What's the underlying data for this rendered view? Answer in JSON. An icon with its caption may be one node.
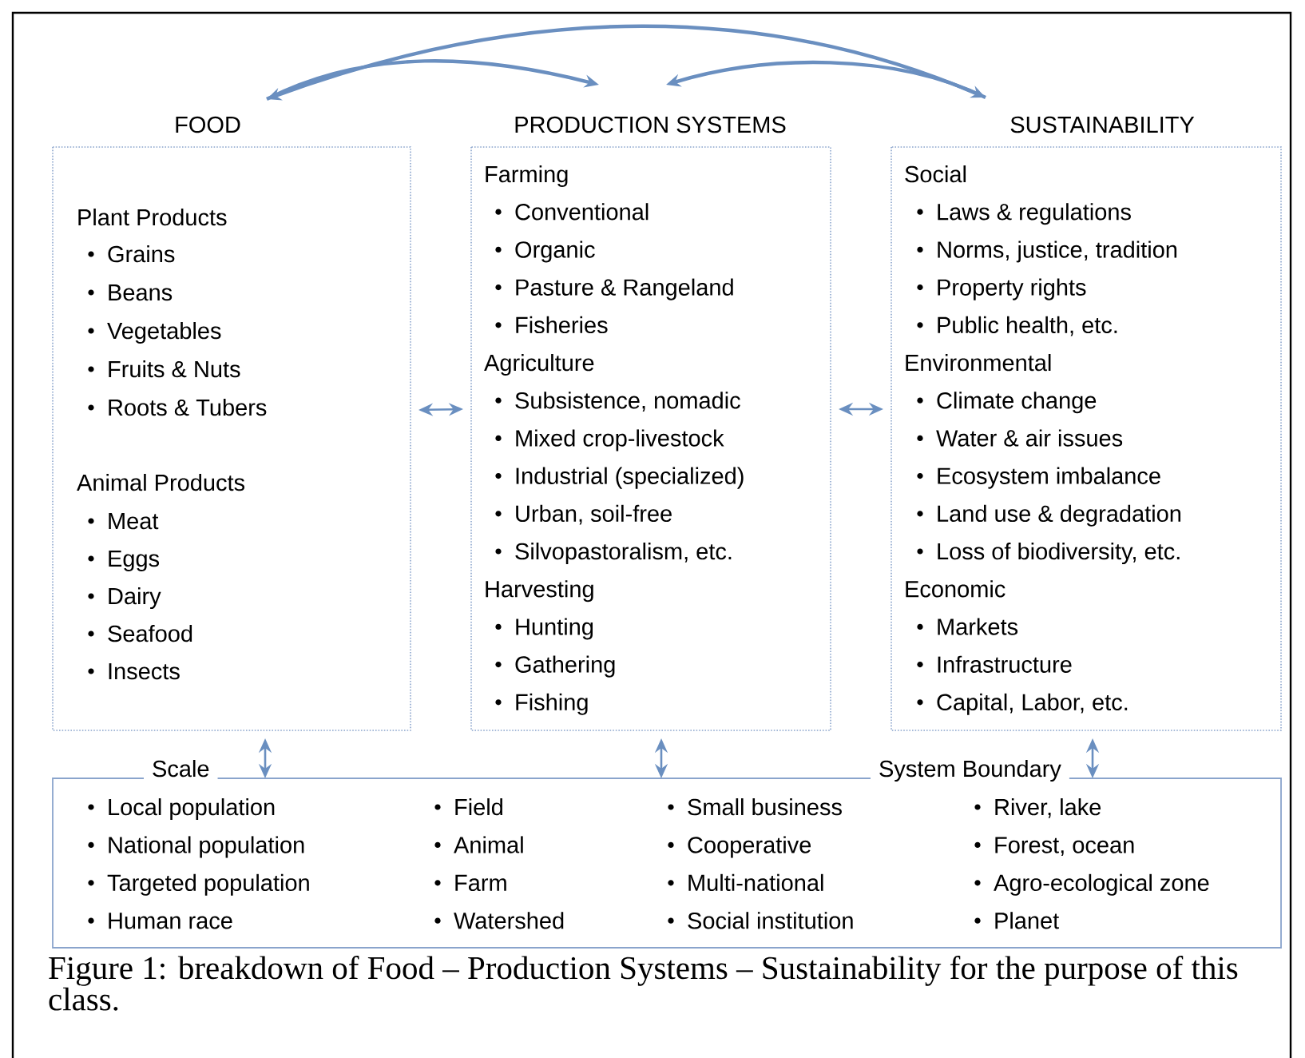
{
  "diagram": {
    "caption": "Figure 1: breakdown of Food – Production Systems – Sustainability for the purpose of this class.",
    "nodes": [
      {
        "text": [
          "FOOD",
          "Plant Products",
          "Grains",
          "Beans",
          "Vegetables",
          "Fruits & Nuts",
          "Roots & Tubers",
          "Animal Products",
          "Meat",
          "Eggs",
          "Dairy",
          "Seafood",
          "Insects"
        ]
      },
      {
        "text": [
          "PRODUCTION SYSTEMS",
          "Farming",
          "Conventional",
          "Organic",
          "Pasture & Rangeland",
          "Fisheries",
          "Agriculture",
          "Subsistence, nomadic",
          "Mixed crop-livestock",
          "Industrial (specialized)",
          "Urban, soil-free",
          "Silvopastoralism, etc.",
          "Harvesting",
          "Hunting",
          "Gathering",
          "Fishing"
        ]
      },
      {
        "text": [
          "SUSTAINABILITY",
          "Social",
          "Laws & regulations",
          "Norms, justice, tradition",
          "Property rights",
          "Public health, etc.",
          "Environmental",
          "Climate change",
          "Water & air issues",
          "Ecosystem imbalance",
          "Land use & degradation",
          "Loss of biodiversity, etc.",
          "Economic",
          "Markets",
          "Infrastructure",
          "Capital, Labor, etc."
        ]
      },
      {
        "text": [
          "Scale",
          "System Boundary",
          "Local population",
          "National population",
          "Targeted population",
          "Human race",
          "Field",
          "Animal",
          "Farm",
          "Watershed",
          "Small business",
          "Cooperative",
          "Multi-national",
          "Social institution",
          "River, lake",
          "Forest, ocean",
          "Agro-ecological zone",
          "Planet"
        ]
      }
    ],
    "edges": [
      {
        "from": 0,
        "to": 2,
        "arrow": "both"
      },
      {
        "from": 0,
        "to": 1,
        "arrow": "to"
      },
      {
        "from": 2,
        "to": 1,
        "arrow": "to"
      },
      {
        "from": 0,
        "to": 1,
        "arrow": "both"
      },
      {
        "from": 1,
        "to": 2,
        "arrow": "both"
      },
      {
        "from": 0,
        "to": 3,
        "arrow": "both"
      },
      {
        "from": 1,
        "to": 3,
        "arrow": "both"
      },
      {
        "from": 2,
        "to": 3,
        "arrow": "both"
      }
    ]
  }
}
